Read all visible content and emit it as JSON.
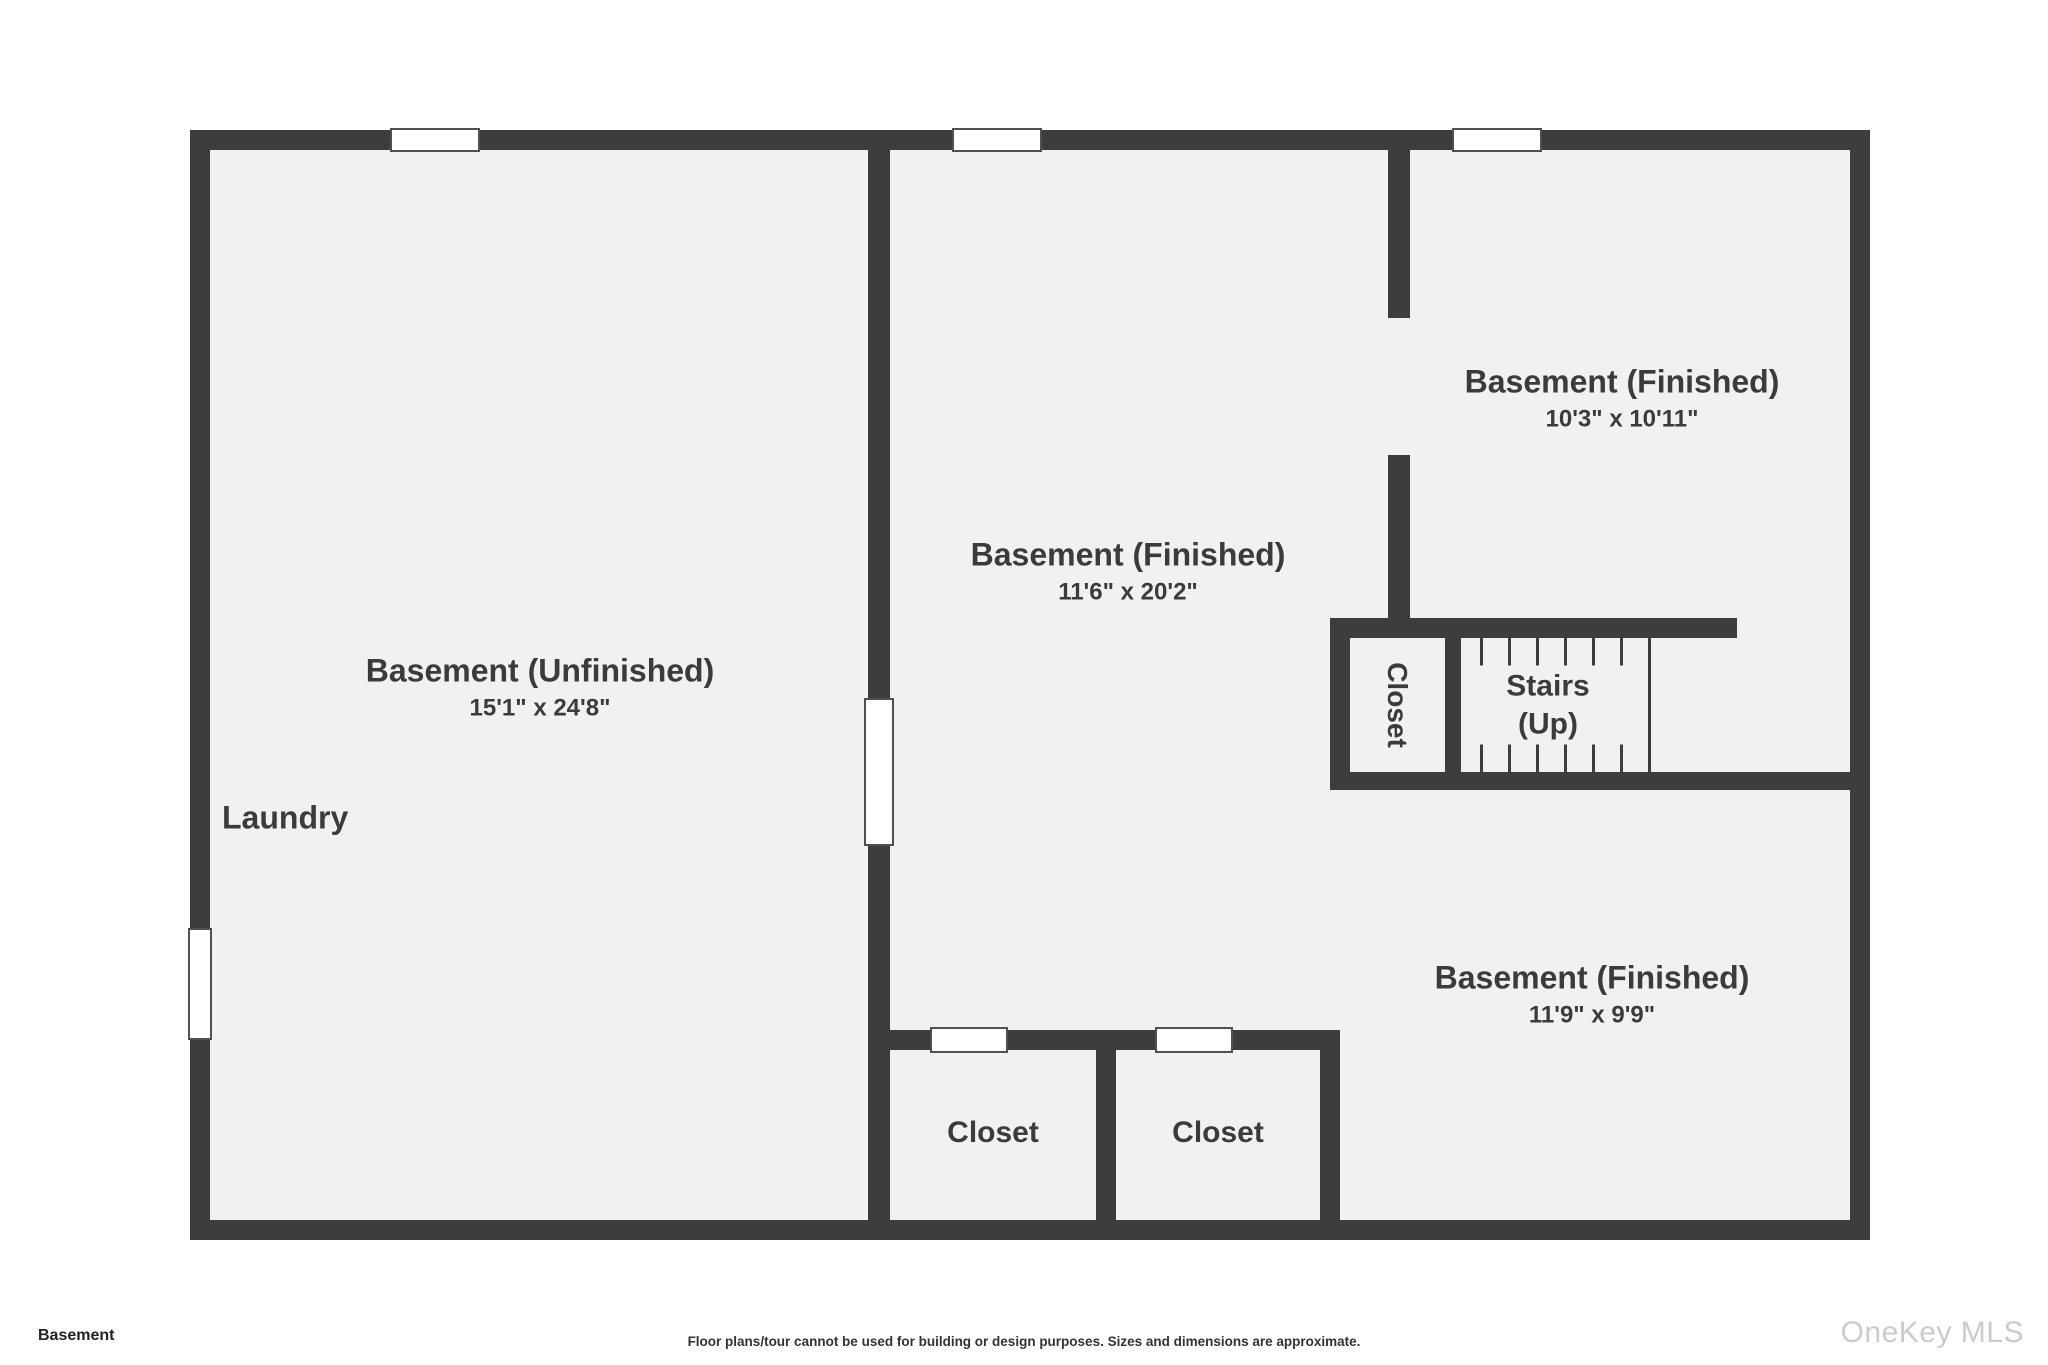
{
  "footer": {
    "floor_label": "Basement",
    "disclaimer": "Floor plans/tour cannot be used for building or design purposes. Sizes and dimensions are approximate.",
    "watermark": "OneKey MLS"
  },
  "rooms": {
    "basement_unfinished": {
      "name": "Basement (Unfinished)",
      "dims": "15'1\" x 24'8\""
    },
    "laundry": {
      "name": "Laundry"
    },
    "basement_finished_center": {
      "name": "Basement (Finished)",
      "dims": "11'6\" x 20'2\""
    },
    "basement_finished_upper_right": {
      "name": "Basement (Finished)",
      "dims": "10'3\" x 10'11\""
    },
    "basement_finished_lower_right": {
      "name": "Basement (Finished)",
      "dims": "11'9\" x 9'9\""
    },
    "stairs": {
      "name": "Stairs (Up)"
    },
    "closet_by_stairs": {
      "name": "Closet"
    },
    "closet_bottom_left": {
      "name": "Closet"
    },
    "closet_bottom_right": {
      "name": "Closet"
    }
  },
  "colors": {
    "wall": "#3d3d3d",
    "floor": "#f1f1f2",
    "text": "#3b3b3b",
    "watermark": "#c9cbcd"
  }
}
